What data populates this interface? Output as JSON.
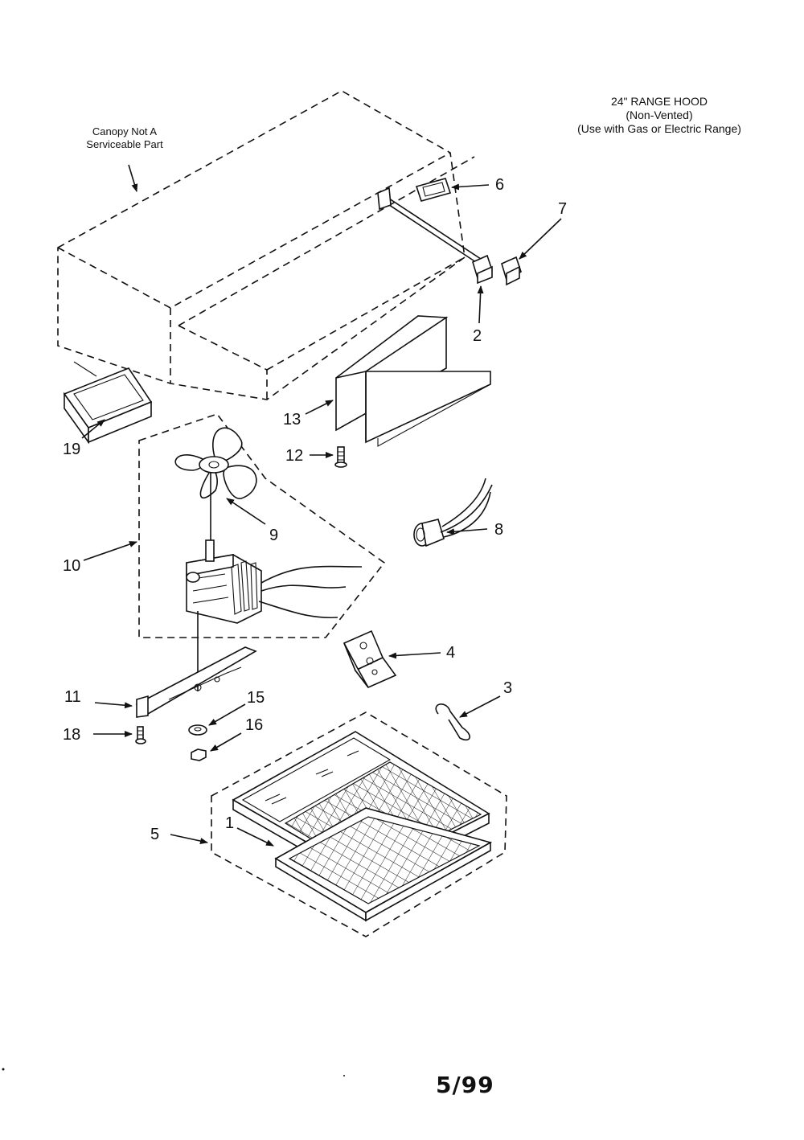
{
  "header": {
    "title": "24\" RANGE HOOD",
    "subtitle": "(Non-Vented)",
    "usage": "(Use with Gas or Electric Range)"
  },
  "canopy_note": {
    "line1": "Canopy Not A",
    "line2": "Serviceable Part"
  },
  "callouts": {
    "part_1": "1",
    "part_2": "2",
    "part_3": "3",
    "part_4": "4",
    "part_5": "5",
    "part_6": "6",
    "part_7": "7",
    "part_8": "8",
    "part_9": "9",
    "part_10": "10",
    "part_11": "11",
    "part_12": "12",
    "part_13": "13",
    "part_15": "15",
    "part_16": "16",
    "part_18": "18",
    "part_19": "19"
  },
  "footer": {
    "date": "5/99"
  }
}
